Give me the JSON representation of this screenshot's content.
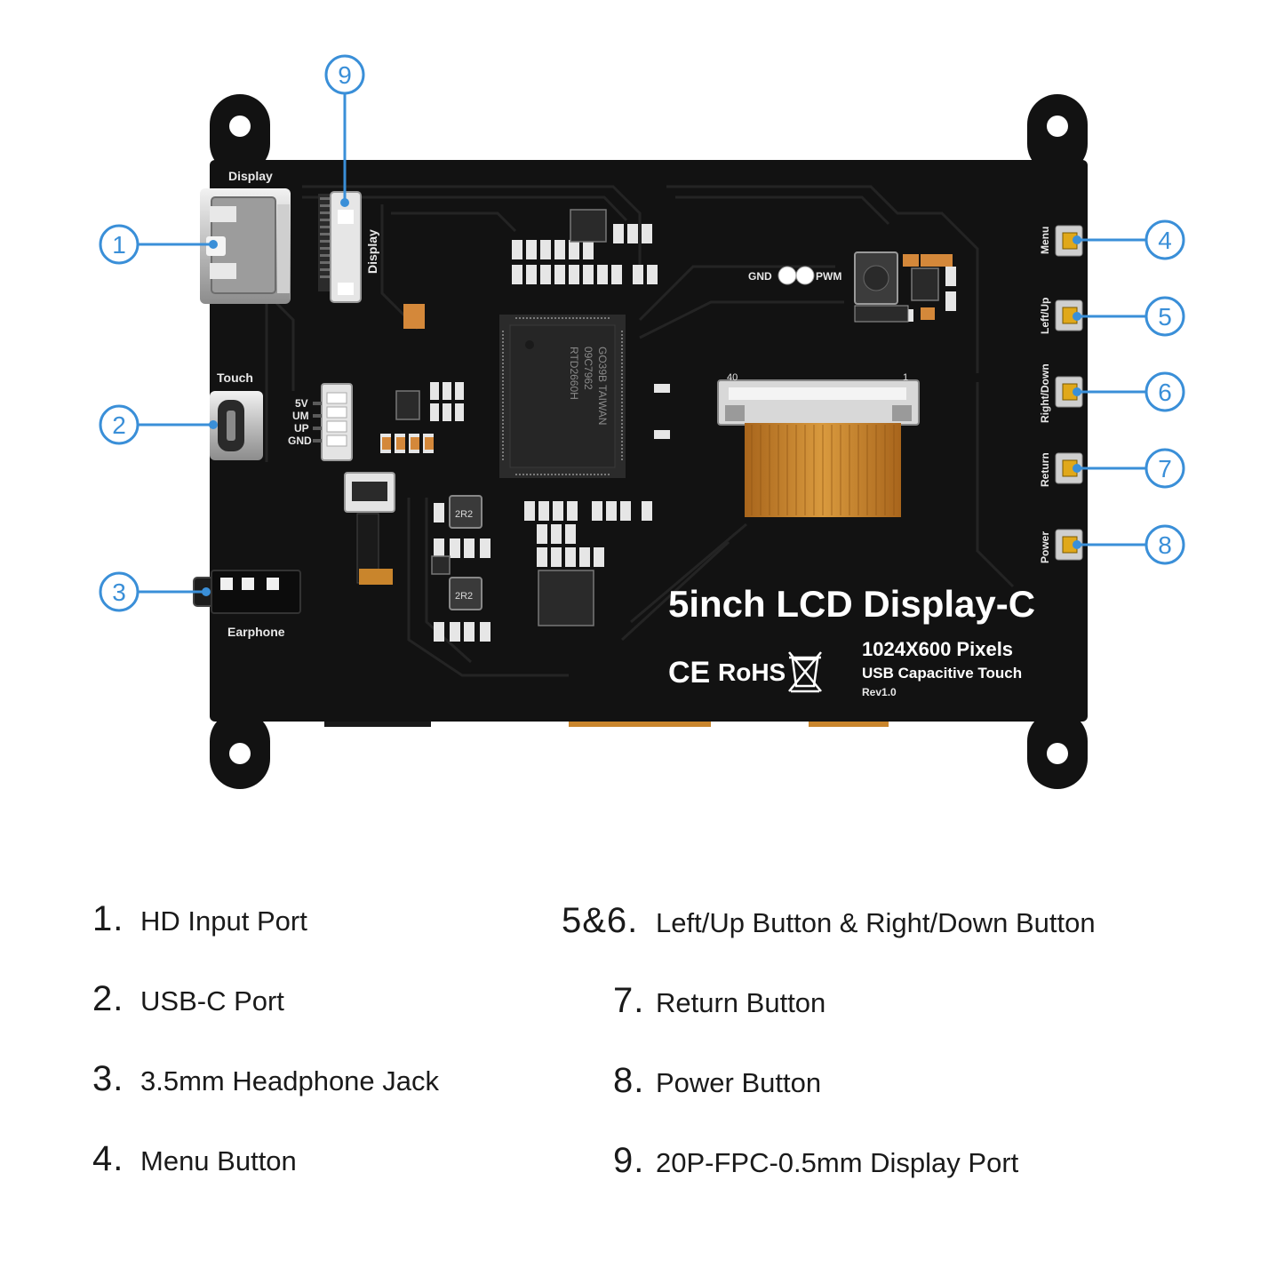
{
  "board": {
    "silk": {
      "display": "Display",
      "display_vertical": "Display",
      "touch": "Touch",
      "earphone": "Earphone",
      "pin_5v": "5V",
      "pin_um": "UM",
      "pin_up": "UP",
      "pin_gnd": "GND",
      "gnd": "GND",
      "pwm": "PWM",
      "fpc_40": "40",
      "fpc_1": "1",
      "chip_text": [
        "RTD2660H",
        "09C7962",
        "GO39B TAIWAN"
      ],
      "inductor": "2R2"
    },
    "buttons": [
      {
        "label": "Menu",
        "callout": "4"
      },
      {
        "label": "Left/Up",
        "callout": "5"
      },
      {
        "label": "Right/Down",
        "callout": "6"
      },
      {
        "label": "Return",
        "callout": "7"
      },
      {
        "label": "Power",
        "callout": "8"
      }
    ],
    "callouts": {
      "c1": "1",
      "c2": "2",
      "c3": "3",
      "c9": "9"
    },
    "product_title": "5inch LCD Display-C",
    "resolution": "1024X600 Pixels",
    "touch_type": "USB Capacitive Touch",
    "revision": "Rev1.0",
    "cert_ce": "CE",
    "cert_rohs": "RoHS"
  },
  "legend": {
    "left": [
      {
        "num": "1.",
        "text": "HD Input Port"
      },
      {
        "num": "2.",
        "text": "USB-C Port"
      },
      {
        "num": "3.",
        "text": "3.5mm Headphone Jack"
      },
      {
        "num": "4.",
        "text": "Menu Button"
      }
    ],
    "right": [
      {
        "num": "5&6.",
        "text": "Left/Up Button & Right/Down Button"
      },
      {
        "num": "7.",
        "text": "Return Button"
      },
      {
        "num": "8.",
        "text": "Power Button"
      },
      {
        "num": "9.",
        "text": "20P-FPC-0.5mm Display Port"
      }
    ]
  },
  "colors": {
    "board": "#121212",
    "trace": "#1e1e1e",
    "callout_blue": "#3a8fd8",
    "button_yellow": "#e0a81a",
    "fpc_amber": "#c9852c"
  }
}
